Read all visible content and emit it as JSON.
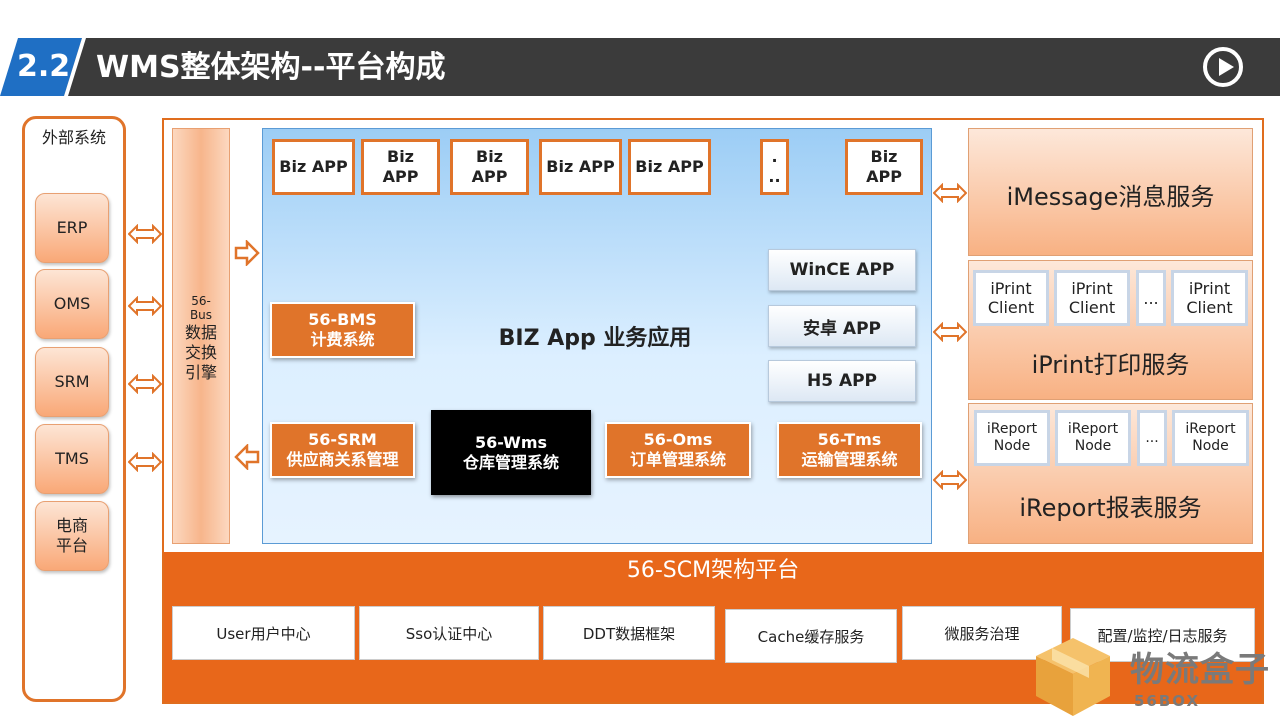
{
  "header": {
    "section_number": "2.2",
    "title": "WMS整体架构--平台构成"
  },
  "external": {
    "title": "外部系统",
    "items": [
      "ERP",
      "OMS",
      "SRM",
      "TMS",
      "电商\n平台"
    ]
  },
  "bus": {
    "line1": "56-",
    "line2": "Bus",
    "label": "数据交换引擎"
  },
  "biz": {
    "apps": [
      "Biz APP",
      "Biz\nAPP",
      "Biz\nAPP",
      "Biz APP",
      "Biz APP",
      ".\n..",
      "Biz\nAPP"
    ],
    "center_label": "BIZ App 业务应用",
    "client_apps": [
      "WinCE APP",
      "安卓 APP",
      "H5 APP"
    ],
    "bms": {
      "name": "56-BMS",
      "desc": "计费系统"
    },
    "srm": {
      "name": "56-SRM",
      "desc": "供应商关系管理"
    },
    "wms": {
      "name": "56-Wms",
      "desc": "仓库管理系统"
    },
    "oms": {
      "name": "56-Oms",
      "desc": "订单管理系统"
    },
    "tms": {
      "name": "56-Tms",
      "desc": "运输管理系统"
    }
  },
  "services": {
    "imessage": {
      "title": "iMessage消息服务"
    },
    "iprint": {
      "title": "iPrint打印服务",
      "nodes": [
        "iPrint\nClient",
        "iPrint\nClient",
        "...",
        "iPrint\nClient"
      ]
    },
    "ireport": {
      "title": "iReport报表服务",
      "nodes": [
        "iReport\nNode",
        "iReport\nNode",
        "...",
        "iReport\nNode"
      ]
    }
  },
  "scm": {
    "title": "56-SCM架构平台",
    "items": [
      "User用户中心",
      "Sso认证中心",
      "DDT数据框架",
      "Cache缓存服务",
      "微服务治理",
      "配置/监控/日志服务"
    ]
  },
  "logo": {
    "text": "物流盒子",
    "sub": "56BOX"
  },
  "colors": {
    "accent_orange": "#e0742a",
    "header_dark": "#3b3b3b",
    "header_blue": "#1f6fc4",
    "biz_blue": "#9ccdf5"
  }
}
